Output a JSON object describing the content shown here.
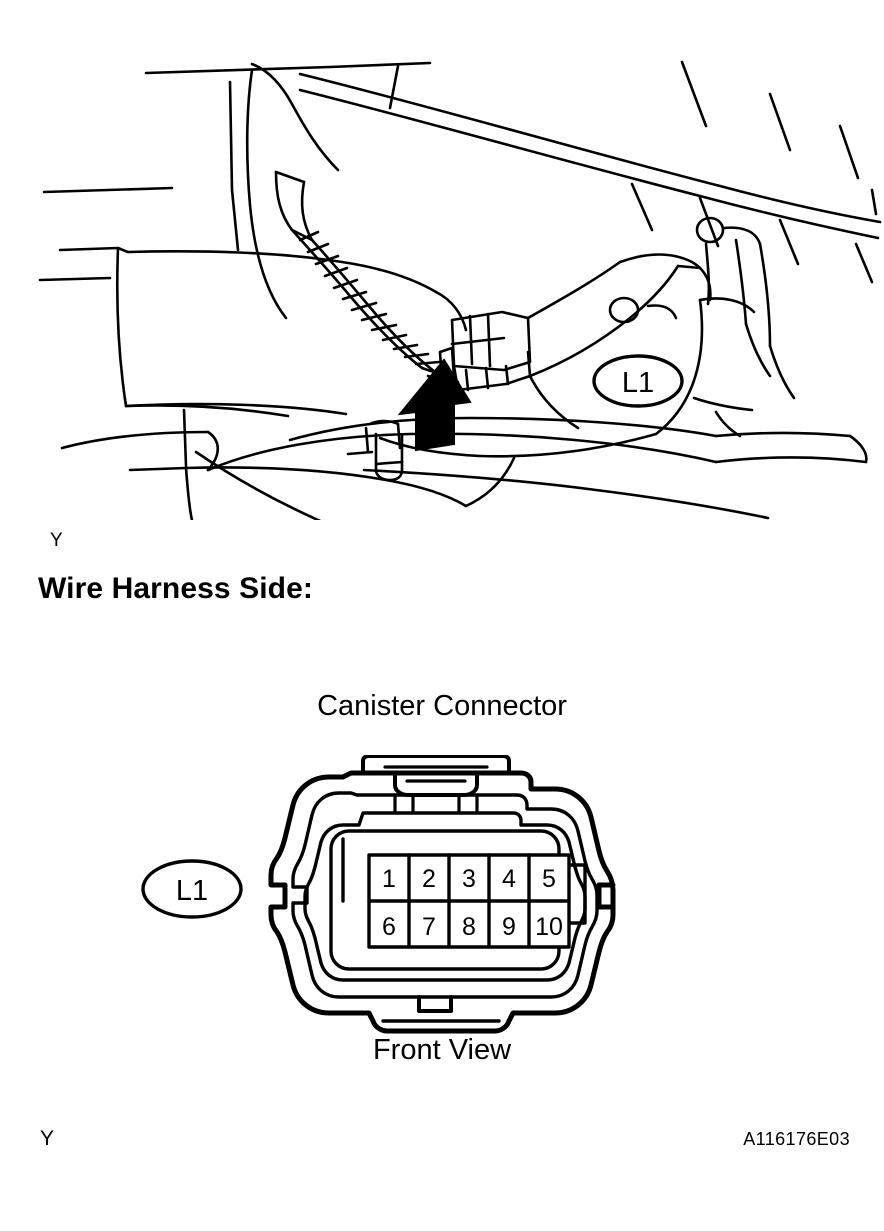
{
  "page": {
    "top_marker": "Y",
    "bottom_marker": "Y",
    "document_code": "A116176E03"
  },
  "illustration": {
    "callout_label": "L1",
    "arrow": "arrow-pointing-to-connector",
    "subject": "engine-bay-canister-connector-location"
  },
  "section": {
    "heading": "Wire Harness Side:"
  },
  "connector": {
    "title": "Canister Connector",
    "view_caption": "Front View",
    "code_badge": "L1",
    "pin_rows": [
      [
        "1",
        "2",
        "3",
        "4",
        "5"
      ],
      [
        "6",
        "7",
        "8",
        "9",
        "10"
      ]
    ]
  },
  "colors": {
    "ink": "#000000",
    "paper": "#ffffff"
  }
}
